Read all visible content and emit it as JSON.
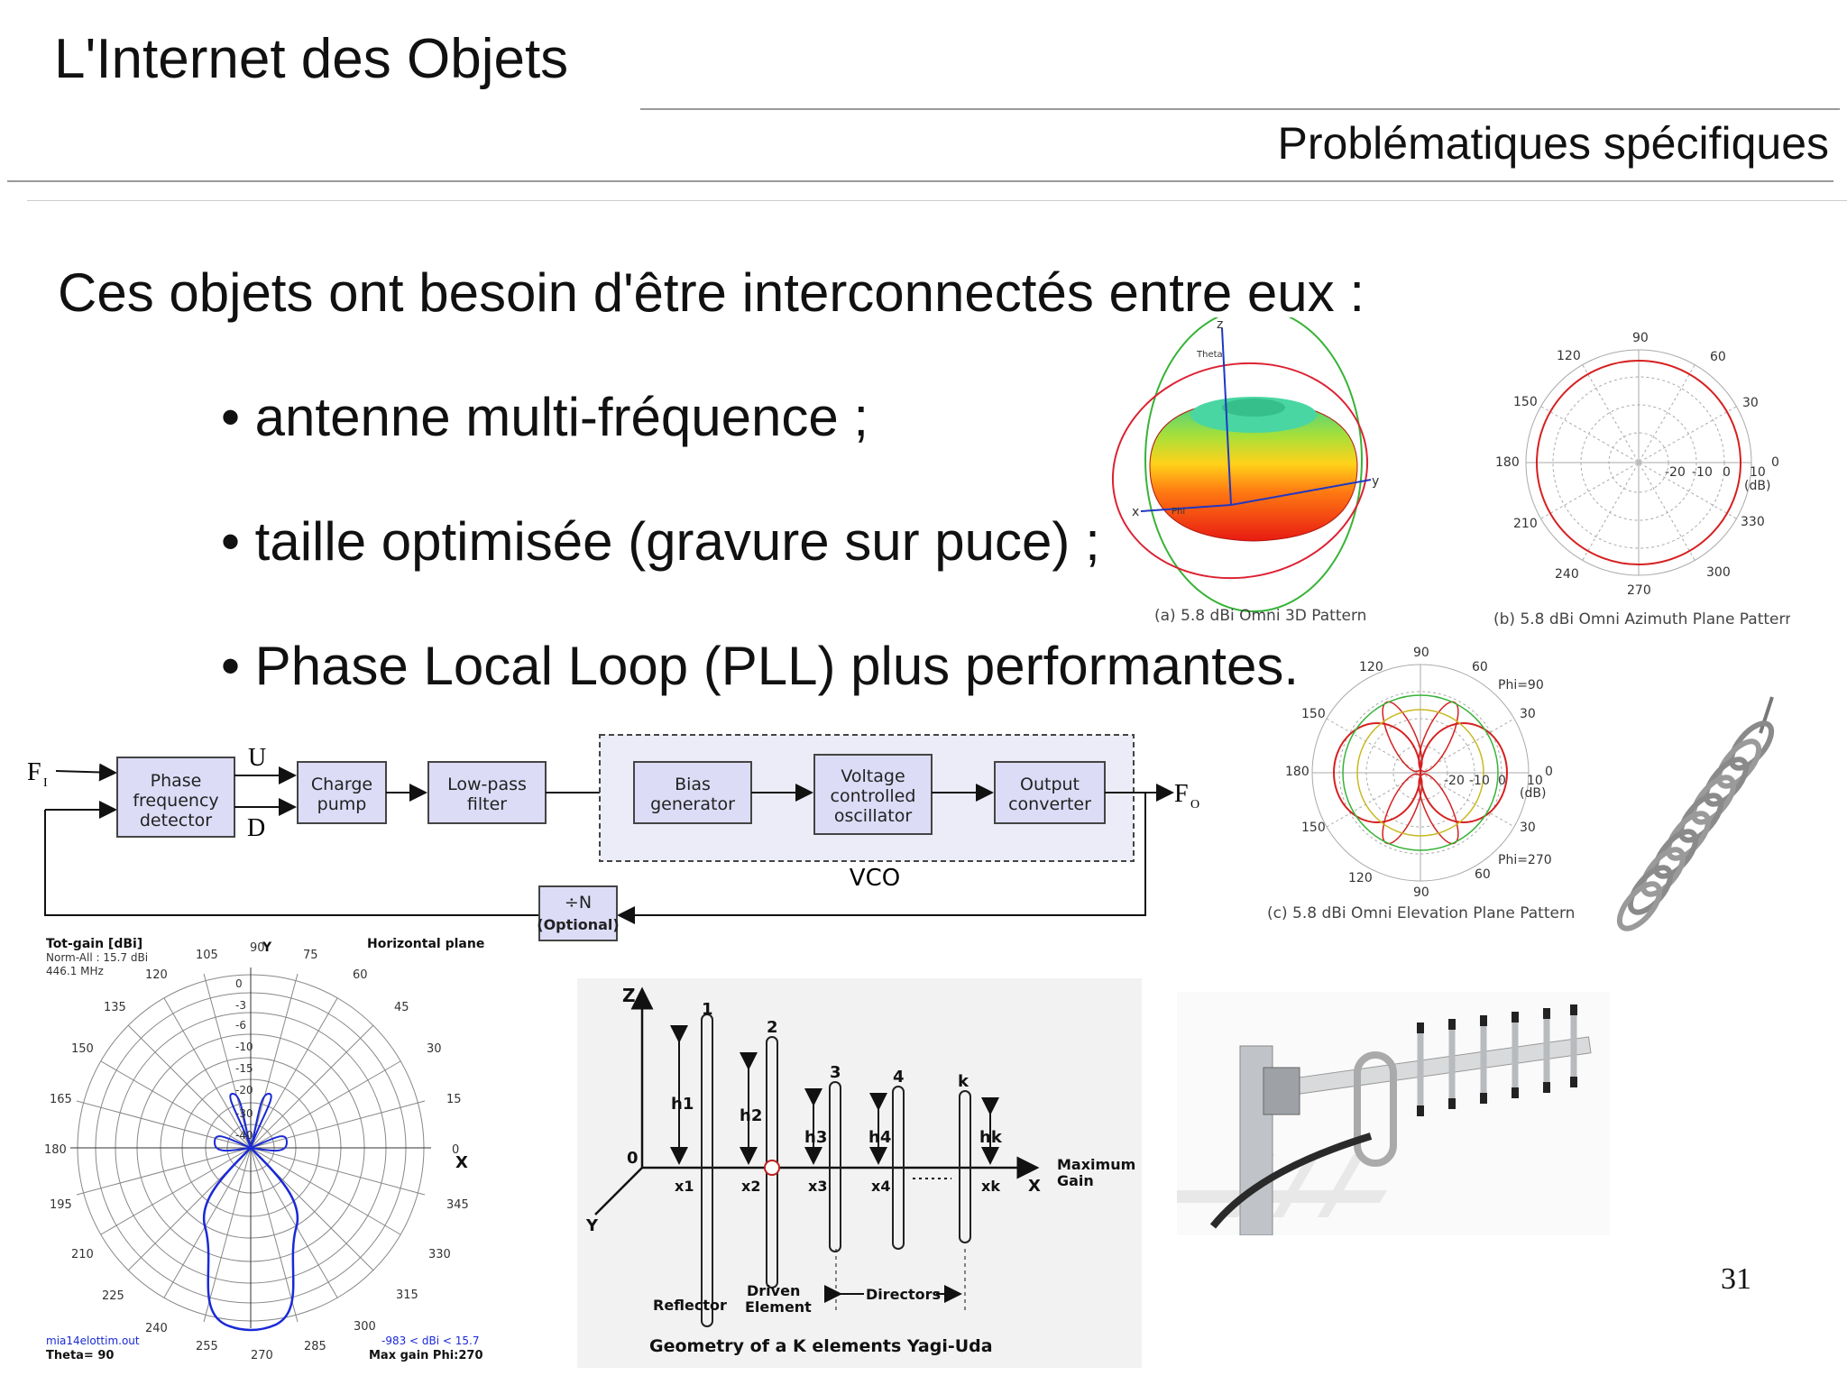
{
  "slide": {
    "title": "L'Internet des Objets",
    "subtitle": "Problématiques spécifiques",
    "heading": "Ces objets ont besoin d'être interconnectés entre eux :",
    "bullets": [
      "• antenne multi-fréquence ;",
      "• taille optimisée (gravure sur puce) ;",
      "• Phase Local Loop (PLL) plus performantes."
    ],
    "page_number": "31"
  },
  "pll": {
    "input": "F",
    "input_sub": "I",
    "output": "F",
    "output_sub": "O",
    "up": "U",
    "down": "D",
    "blocks": [
      [
        "Phase",
        "frequency",
        "detector"
      ],
      [
        "Charge",
        "pump"
      ],
      [
        "Low-pass",
        "filter"
      ],
      [
        "Bias",
        "generator"
      ],
      [
        "Voltage",
        "controlled",
        "oscillator"
      ],
      [
        "Output",
        "converter"
      ]
    ],
    "vco_label": "VCO",
    "divider": [
      "÷N",
      "(Optional)"
    ]
  },
  "pattern3d": {
    "caption": "(a) 5.8 dBi Omni 3D Pattern",
    "axes": [
      "z",
      "y",
      "x"
    ],
    "theta": "Theta",
    "phi": "Phi"
  },
  "azimuth": {
    "caption": "(b) 5.8 dBi Omni Azimuth Plane Pattern",
    "angles": [
      "90",
      "60",
      "30",
      "0",
      "330",
      "300",
      "270",
      "240",
      "210",
      "180",
      "150",
      "120"
    ],
    "rings": [
      "-20",
      "-10",
      "0",
      "10"
    ],
    "unit": "(dB)"
  },
  "elevation": {
    "caption": "(c) 5.8 dBi Omni Elevation Plane Pattern",
    "angles_top": [
      "120",
      "90",
      "60",
      "30",
      "0",
      "30",
      "60",
      "90",
      "120",
      "150",
      "180",
      "150"
    ],
    "rings": [
      "-20",
      "-10",
      "0",
      "10"
    ],
    "unit": "(dB)",
    "phi_labels": [
      "Phi=90",
      "Phi=270"
    ]
  },
  "polarplot": {
    "header_left": [
      "Tot-gain [dBi]",
      "Norm-All : 15.7 dBi",
      "446.1 MHz"
    ],
    "header_right": "Horizontal plane",
    "angles": [
      "90",
      "75",
      "60",
      "45",
      "30",
      "15",
      "0",
      "345",
      "330",
      "315",
      "300",
      "285",
      "270",
      "255",
      "240",
      "225",
      "210",
      "195",
      "180",
      "165",
      "150",
      "135",
      "120",
      "105"
    ],
    "rings": [
      "0",
      "-3",
      "-6",
      "-10",
      "-15",
      "-20",
      "-30",
      "-40"
    ],
    "axis_y": "Y",
    "axis_x": "X",
    "footer_left": [
      "mia14elottim.out",
      "Theta= 90"
    ],
    "footer_right": [
      "-983 < dBi < 15.7",
      "Max gain Phi:270"
    ]
  },
  "yagi": {
    "z": "Z",
    "y": "Y",
    "x": "X",
    "origin": "0",
    "numbers": [
      "1",
      "2",
      "3",
      "4",
      "k"
    ],
    "heights": [
      "h1",
      "h2",
      "h3",
      "h4",
      "hk"
    ],
    "positions": [
      "x1",
      "x2",
      "x3",
      "x4",
      "xk"
    ],
    "max_gain": [
      "Maximum",
      "Gain"
    ],
    "reflector": "Reflector",
    "driven": [
      "Driven",
      "Element"
    ],
    "directors": "Directors",
    "caption": "Geometry of a K elements Yagi-Uda"
  }
}
